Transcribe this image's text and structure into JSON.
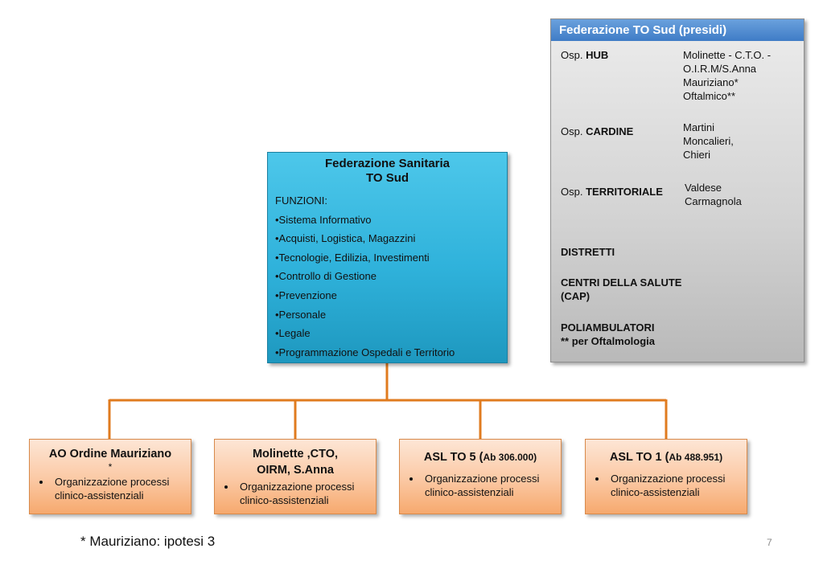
{
  "central": {
    "title_line1": "Federazione Sanitaria",
    "title_line2": "TO Sud",
    "funzioni_label": "FUNZIONI:",
    "items": [
      "•Sistema Informativo",
      "•Acquisti, Logistica, Magazzini",
      "•Tecnologie, Edilizia, Investimenti",
      "•Controllo di Gestione",
      "•Prevenzione",
      "•Personale",
      "•Legale",
      "•Programmazione Ospedali e Territorio"
    ]
  },
  "panel": {
    "header": "Federazione  TO Sud  (presidi)",
    "hub": {
      "prefix": "Osp. ",
      "label": "HUB",
      "value_lines": [
        "Molinette - C.T.O. -",
        "O.I.R.M/S.Anna",
        "Mauriziano*",
        "Oftalmico**"
      ]
    },
    "cardine": {
      "prefix": "Osp. ",
      "label": "CARDINE",
      "value_lines": [
        "Martini",
        "Moncalieri,",
        "Chieri"
      ]
    },
    "territoriale": {
      "prefix": "Osp. ",
      "label": "TERRITORIALE",
      "value_lines": [
        "Valdese",
        "Carmagnola"
      ]
    },
    "distretti": "DISTRETTI",
    "centri_line1": "CENTRI DELLA SALUTE",
    "centri_line2": "(CAP)",
    "poli_line1": "POLIAMBULATORI",
    "poli_line2": "** per Oftalmologia"
  },
  "bottom_boxes": [
    {
      "title": "AO  Ordine Mauriziano",
      "sub": "*",
      "bullet": "Organizzazione processi clinico-assistenziali"
    },
    {
      "title_line1": "Molinette ,CTO,",
      "title_line2": "OIRM, S.Anna",
      "bullet": "Organizzazione processi clinico-assistenziali"
    },
    {
      "title_main": "ASL  TO 5 (",
      "title_small": "Ab 306.000)",
      "bullet": "Organizzazione processi clinico-assistenziali"
    },
    {
      "title_main": "ASL TO 1 (",
      "title_small": "Ab 488.951)",
      "bullet": "Organizzazione processi clinico-assistenziali"
    }
  ],
  "footnote": "* Mauriziano: ipotesi 3",
  "page_number": "7",
  "colors": {
    "central": "#2fb2db",
    "boxes": "#fbc8a3",
    "connector": "#e07b1f",
    "panel_header": "#3f7cc6"
  }
}
